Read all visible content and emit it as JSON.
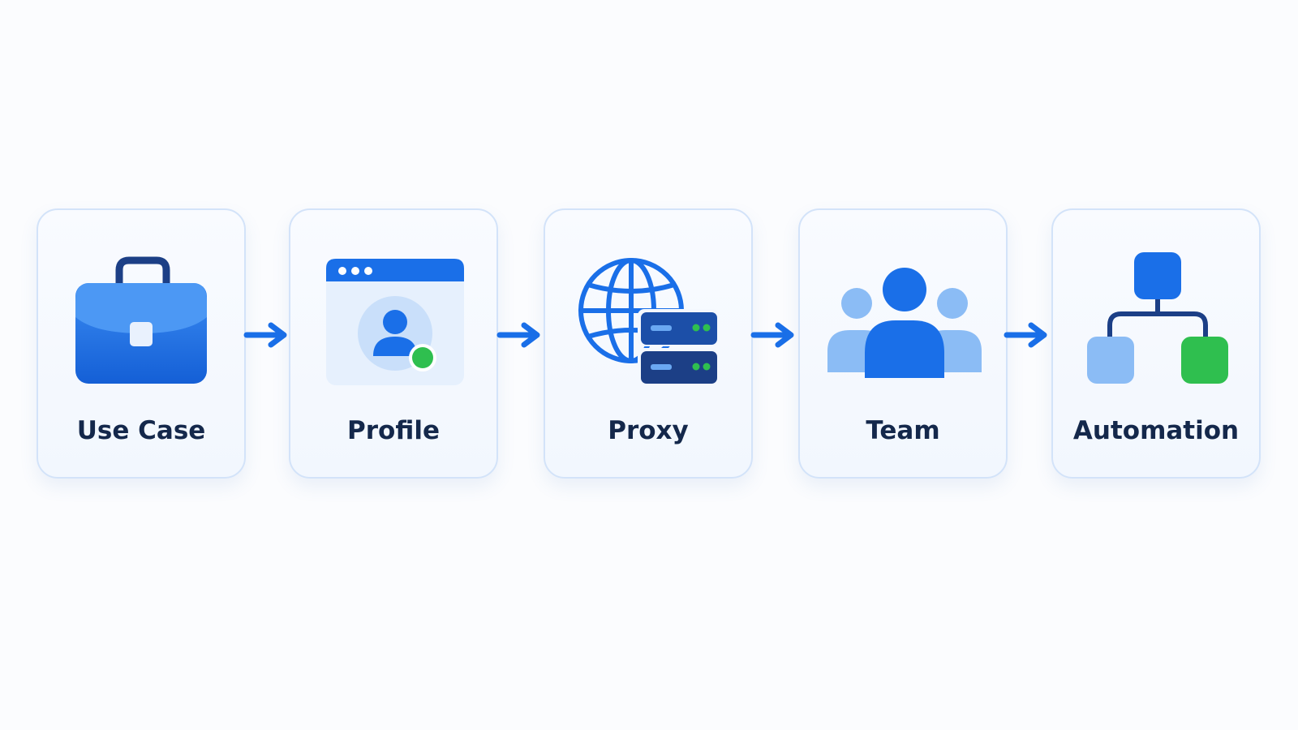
{
  "steps": [
    {
      "label": "Use Case",
      "icon": "briefcase-icon"
    },
    {
      "label": "Profile",
      "icon": "browser-profile-icon"
    },
    {
      "label": "Proxy",
      "icon": "globe-server-icon"
    },
    {
      "label": "Team",
      "icon": "team-icon"
    },
    {
      "label": "Automation",
      "icon": "workflow-icon"
    }
  ],
  "colors": {
    "primary_blue": "#1a6fe8",
    "light_blue": "#8bbcf5",
    "dark_navy": "#1c3f86",
    "green": "#2fbf4f",
    "card_border": "#d3e3f9",
    "label_text": "#14284b"
  }
}
